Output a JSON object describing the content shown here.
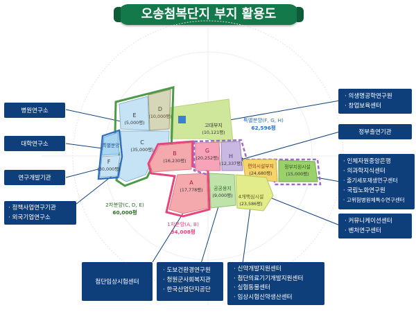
{
  "title": "오송첨복단지 부지 활용도",
  "parcels": {
    "D": {
      "name": "D",
      "area": "(10,000평)"
    },
    "E": {
      "name": "E",
      "area": "(5,000평)"
    },
    "C": {
      "name": "C",
      "area": "(35,000평)"
    },
    "F": {
      "name": "F",
      "area": "(30,000평)"
    },
    "special": {
      "name": "특별분양"
    },
    "B": {
      "name": "B",
      "area": "(16,230평)"
    },
    "G": {
      "name": "G",
      "area": "(20,252평)"
    },
    "H": {
      "name": "H",
      "area": "(12,337평)"
    },
    "A": {
      "name": "A",
      "area": "(17,778평)"
    },
    "public": {
      "name": "공공용지",
      "area": "(9,000평)"
    },
    "dev4": {
      "name": "4개핵심시설",
      "area": "(23,586평)"
    },
    "conv": {
      "name": "편의시설부지",
      "area": "(24,680평)"
    },
    "gov": {
      "name": "정부지원시설",
      "area": "(15,000평)"
    },
    "reserve": {
      "name": "고대부지",
      "area": "(10,121평)"
    }
  },
  "phase_labels": {
    "second": {
      "name": "2차분양(C, D, E)",
      "area": "60,000평"
    },
    "first": {
      "name": "1차분양(A, B)",
      "area": "34,008평"
    },
    "special": {
      "name": "특별분양(F, G, H)",
      "area": "62,596평"
    }
  },
  "callouts": {
    "hospital_lab": "병원연구소",
    "univ_lab": "대학연구소",
    "research_org": "연구개발기관",
    "policy_foreign": [
      "정책사업연구기관",
      "외국기업연구소"
    ],
    "clinical": "첨단임상시험센터",
    "right_top": [
      "의생명공학연구원",
      "창업보육센터"
    ],
    "gov_branch": "정부출연기관",
    "right_mid": [
      "인체자원중앙은행",
      "의과학지식센터",
      "줄기세포재생연구센터",
      "국립노화연구원",
      "고위험병원체특수연구센터"
    ],
    "right_low": [
      "커뮤니케이션센터",
      "벤처연구센터"
    ],
    "bottom_mid": [
      "도보건환경연구원",
      "청원군사회복지관",
      "한국산업단지공단"
    ],
    "bottom_right": [
      "신약개발지원센터",
      "첨단의료기기개발지원센터",
      "실험동물센터",
      "임상시험신약생산센터"
    ]
  },
  "colors": {
    "title_green": "#13784a",
    "callout_navy": "#0f3f7a",
    "phase1_pink": "#f4a9ad",
    "phase2_blue": "#c5e3f5",
    "special_purple": "#c9b8e2",
    "gov_green": "#9bd16b",
    "convenience_yellow": "#f5d56a",
    "reserve_green": "#cfe79a",
    "highlight_pink": "#e8437b"
  }
}
